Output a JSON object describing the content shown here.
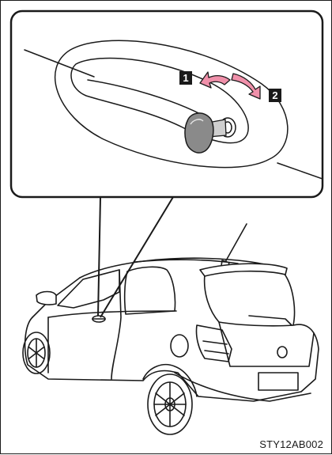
{
  "callouts": {
    "step1": "1",
    "step2": "2"
  },
  "image_code": "STY12AB002",
  "colors": {
    "arrow": "#f090aa",
    "label_box": "#1a1a1a",
    "key_head": "#8a8a8a",
    "line": "#1a1a1a"
  }
}
